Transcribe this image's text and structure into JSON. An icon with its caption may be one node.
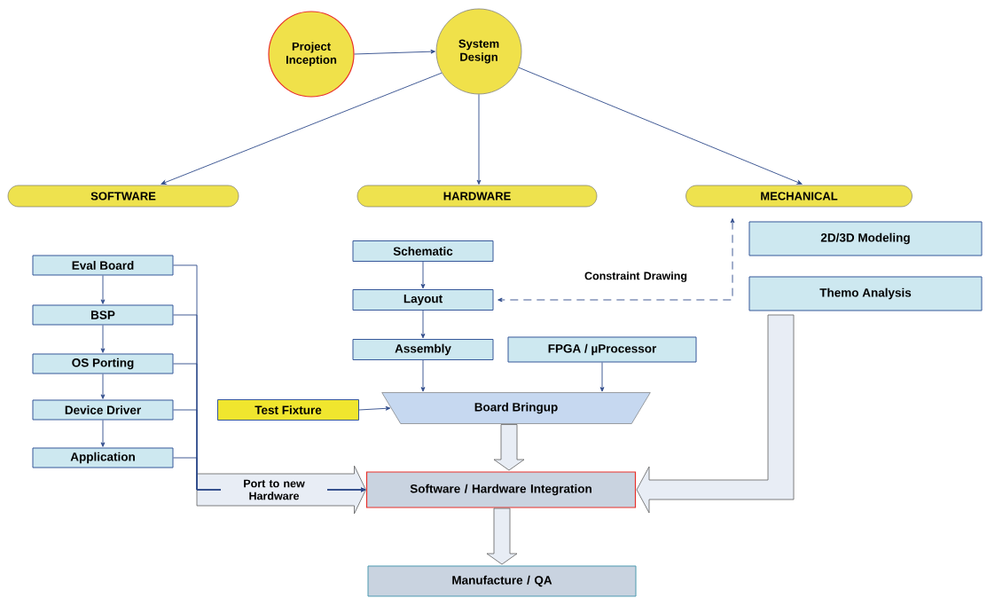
{
  "diagram": {
    "nodes": [
      {
        "text": [
          "Project Inception"
        ]
      },
      {
        "text": [
          "System Design"
        ]
      },
      {
        "text": [
          "SOFTWARE"
        ]
      },
      {
        "text": [
          "HARDWARE"
        ]
      },
      {
        "text": [
          "MECHANICAL"
        ]
      },
      {
        "text": [
          "Eval Board"
        ]
      },
      {
        "text": [
          "BSP"
        ]
      },
      {
        "text": [
          "OS Porting"
        ]
      },
      {
        "text": [
          "Device Driver"
        ]
      },
      {
        "text": [
          "Application"
        ]
      },
      {
        "text": [
          "Schematic"
        ]
      },
      {
        "text": [
          "Layout"
        ]
      },
      {
        "text": [
          "Assembly"
        ]
      },
      {
        "text": [
          "FPGA / µProcessor"
        ]
      },
      {
        "text": [
          "2D/3D Modeling"
        ]
      },
      {
        "text": [
          "Themo Analysis"
        ]
      },
      {
        "text": [
          "Test Fixture"
        ]
      },
      {
        "text": [
          "Board Bringup"
        ]
      },
      {
        "text": [
          "Software / Hardware Integration"
        ]
      },
      {
        "text": [
          "Manufacture / QA"
        ]
      }
    ],
    "edges": [
      {
        "from": 0,
        "to": 1,
        "arrow": "to"
      },
      {
        "from": 1,
        "to": 2,
        "arrow": "to"
      },
      {
        "from": 1,
        "to": 3,
        "arrow": "to"
      },
      {
        "from": 1,
        "to": 4,
        "arrow": "to"
      },
      {
        "from": 5,
        "to": 6,
        "arrow": "to"
      },
      {
        "from": 6,
        "to": 7,
        "arrow": "to"
      },
      {
        "from": 7,
        "to": 8,
        "arrow": "to"
      },
      {
        "from": 8,
        "to": 9,
        "arrow": "to"
      },
      {
        "from": 5,
        "to": 18,
        "arrow": "to"
      },
      {
        "from": 6,
        "to": 18,
        "arrow": "to"
      },
      {
        "from": 7,
        "to": 18,
        "arrow": "to"
      },
      {
        "from": 8,
        "to": 18,
        "arrow": "to"
      },
      {
        "from": 9,
        "to": 18,
        "arrow": "to",
        "label": "Port to new Hardware"
      },
      {
        "from": 10,
        "to": 11,
        "arrow": "to"
      },
      {
        "from": 11,
        "to": 12,
        "arrow": "to"
      },
      {
        "from": 12,
        "to": 17,
        "arrow": "to"
      },
      {
        "from": 13,
        "to": 17,
        "arrow": "to"
      },
      {
        "from": 16,
        "to": 17,
        "arrow": "to"
      },
      {
        "from": 4,
        "to": 11,
        "arrow": "both",
        "style": "dashed",
        "label": "Constraint Drawing"
      },
      {
        "from": 17,
        "to": 18,
        "arrow": "to",
        "style": "thick"
      },
      {
        "from": 15,
        "to": 18,
        "arrow": "to",
        "style": "thick"
      },
      {
        "from": 18,
        "to": 19,
        "arrow": "to",
        "style": "thick"
      }
    ]
  }
}
